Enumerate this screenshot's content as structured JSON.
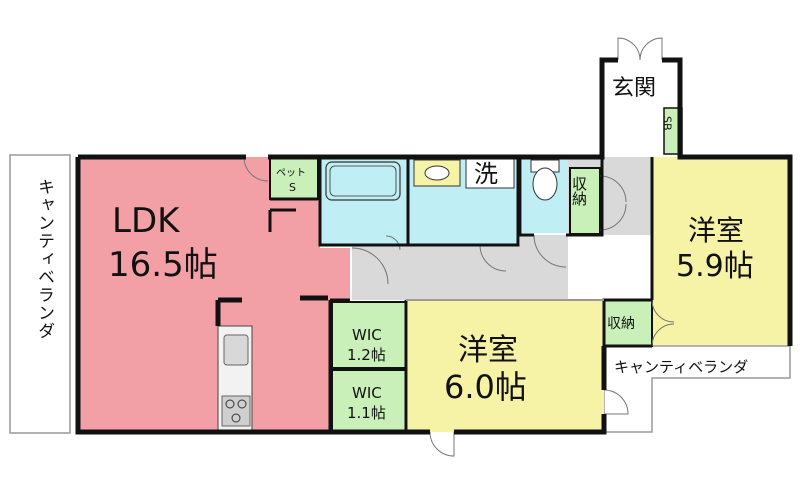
{
  "rooms": {
    "ldk": {
      "name": "LDK",
      "size": "16.5帖",
      "color": "#f2a0a6"
    },
    "western_large": {
      "name": "洋室",
      "size": "6.0帖",
      "color": "#f6f3a6"
    },
    "western_right": {
      "name": "洋室",
      "size": "5.9帖",
      "color": "#f6f3a6"
    },
    "wic_upper": {
      "name": "WIC",
      "size": "1.2帖",
      "color": "#c9f0b8"
    },
    "wic_lower": {
      "name": "WIC",
      "size": "1.1帖",
      "color": "#c9f0b8"
    },
    "pet": {
      "line1": "ペット",
      "line2": "S",
      "color": "#c9f0b8"
    },
    "wash": {
      "name": "洗",
      "color": "#bfeef4"
    },
    "storage_upper": {
      "name": "収納",
      "color": "#c9f0b8"
    },
    "storage_right": {
      "name": "収納",
      "color": "#c9f0b8"
    },
    "entrance": {
      "name": "玄関",
      "color": "#ffffff"
    },
    "shoebox": {
      "name": "SB",
      "color": "#c9f0b8"
    },
    "hall": {
      "color": "#d9d9d9"
    }
  },
  "balconies": {
    "left": {
      "name": "キャンティベランダ"
    },
    "right": {
      "name": "キャンティベランダ"
    }
  },
  "colors": {
    "wall": "#111111",
    "bath": "#bfeef4"
  }
}
